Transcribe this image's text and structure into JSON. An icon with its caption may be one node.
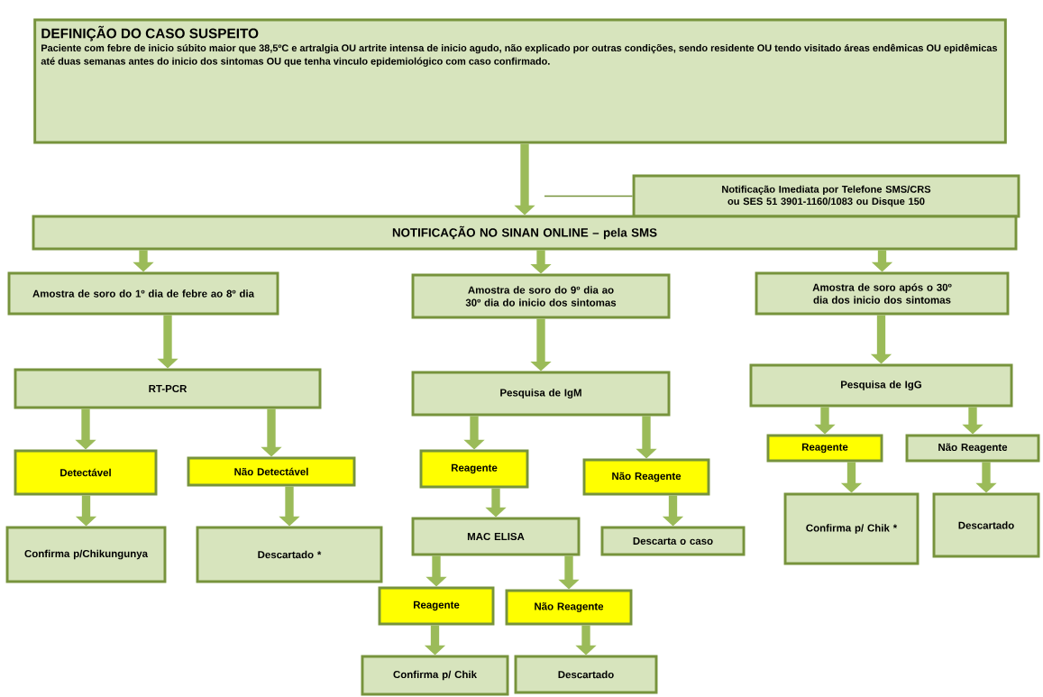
{
  "diagram": {
    "nodes": [
      {
        "text": [
          "DEFINIÇÃO DO CASO SUSPEITO",
          "Paciente com febre de inicio súbito maior que 38,5ºC e artralgia OU artrite intensa de inicio agudo, não explicado por outras condições, sendo residente OU tendo visitado áreas endêmicas OU epidêmicas até duas semanas antes do inicio dos sintomas OU que tenha vinculo epidemiológico com caso confirmado."
        ]
      },
      {
        "text": [
          "Notificação Imediata por Telefone SMS/CRS ou SES 51 3901-1160/1083 ou Disque 150"
        ]
      },
      {
        "text": [
          "NOTIFICAÇÃO NO SINAN ONLINE – pela SMS"
        ]
      },
      {
        "text": [
          "Amostra de soro do 1º dia de febre ao 8º dia"
        ]
      },
      {
        "text": [
          "Amostra de soro do 9º dia ao 30º dia do inicio dos sintomas"
        ]
      },
      {
        "text": [
          "Amostra de soro após o 30º dia dos inicio dos sintomas"
        ]
      },
      {
        "text": [
          "RT-PCR"
        ]
      },
      {
        "text": [
          "Pesquisa de IgM"
        ]
      },
      {
        "text": [
          "Pesquisa de IgG"
        ]
      },
      {
        "text": [
          "Detectável"
        ]
      },
      {
        "text": [
          "Não Detectável"
        ]
      },
      {
        "text": [
          "Reagente"
        ]
      },
      {
        "text": [
          "Não Reagente"
        ]
      },
      {
        "text": [
          "Reagente"
        ]
      },
      {
        "text": [
          "Não Reagente"
        ]
      },
      {
        "text": [
          "Confirma p/Chikungunya"
        ]
      },
      {
        "text": [
          "Descartado *"
        ]
      },
      {
        "text": [
          "MAC ELISA"
        ]
      },
      {
        "text": [
          "Descarta o caso"
        ]
      },
      {
        "text": [
          "Confirma p/ Chik *"
        ]
      },
      {
        "text": [
          "Descartado"
        ]
      },
      {
        "text": [
          "Reagente"
        ]
      },
      {
        "text": [
          "Não Reagente"
        ]
      },
      {
        "text": [
          "Confirma p/ Chik"
        ]
      },
      {
        "text": [
          "Descartado"
        ]
      }
    ],
    "edges": [
      {
        "from": 0,
        "to": 2,
        "arrow": "to"
      },
      {
        "from": 1,
        "to": null,
        "arrow": "none"
      },
      {
        "from": 2,
        "to": 3,
        "arrow": "to"
      },
      {
        "from": 2,
        "to": 4,
        "arrow": "to"
      },
      {
        "from": 2,
        "to": 5,
        "arrow": "to"
      },
      {
        "from": 3,
        "to": 6,
        "arrow": "to"
      },
      {
        "from": 4,
        "to": 7,
        "arrow": "to"
      },
      {
        "from": 5,
        "to": 8,
        "arrow": "to"
      },
      {
        "from": 6,
        "to": 9,
        "arrow": "to"
      },
      {
        "from": 6,
        "to": 10,
        "arrow": "to"
      },
      {
        "from": 7,
        "to": 11,
        "arrow": "to"
      },
      {
        "from": 7,
        "to": 12,
        "arrow": "to"
      },
      {
        "from": 8,
        "to": 13,
        "arrow": "to"
      },
      {
        "from": 8,
        "to": 14,
        "arrow": "to"
      },
      {
        "from": 9,
        "to": 15,
        "arrow": "to"
      },
      {
        "from": 10,
        "to": 16,
        "arrow": "to"
      },
      {
        "from": 11,
        "to": 17,
        "arrow": "to"
      },
      {
        "from": 12,
        "to": 18,
        "arrow": "to"
      },
      {
        "from": 13,
        "to": 19,
        "arrow": "to"
      },
      {
        "from": 14,
        "to": 20,
        "arrow": "to"
      },
      {
        "from": 17,
        "to": 21,
        "arrow": "to"
      },
      {
        "from": 17,
        "to": 22,
        "arrow": "to"
      },
      {
        "from": 21,
        "to": 23,
        "arrow": "to"
      },
      {
        "from": 22,
        "to": 24,
        "arrow": "to"
      }
    ]
  }
}
